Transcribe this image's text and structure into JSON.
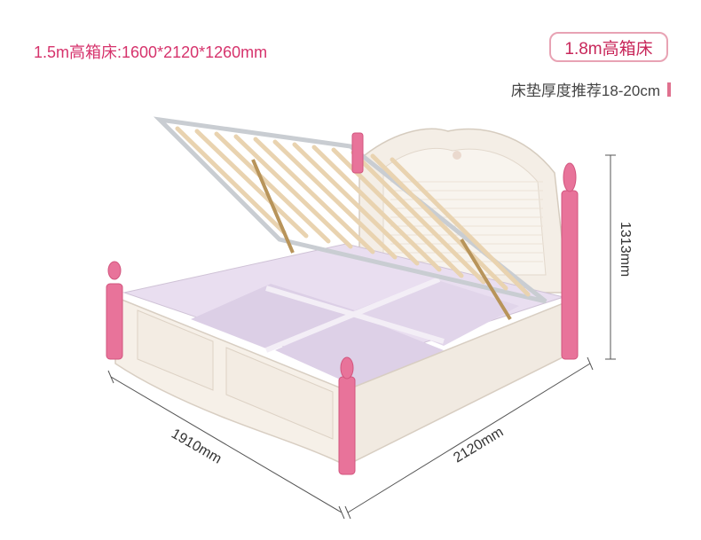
{
  "header": {
    "spec_text": "1.5m高箱床:1600*2120*1260mm",
    "badge_text": "1.8m高箱床",
    "mattress_recommendation": "床垫厚度推荐18-20cm"
  },
  "dimensions": {
    "width_label": "1910mm",
    "length_label": "2120mm",
    "height_label": "1313mm"
  },
  "colors": {
    "accent_pink": "#d6336c",
    "post_pink": "#e8739a",
    "frame_cream": "#f6f0e8",
    "storage_lilac": "#e6dbef",
    "slat_tan": "#e9d3b0"
  },
  "icons": [
    "bed-product-image"
  ]
}
